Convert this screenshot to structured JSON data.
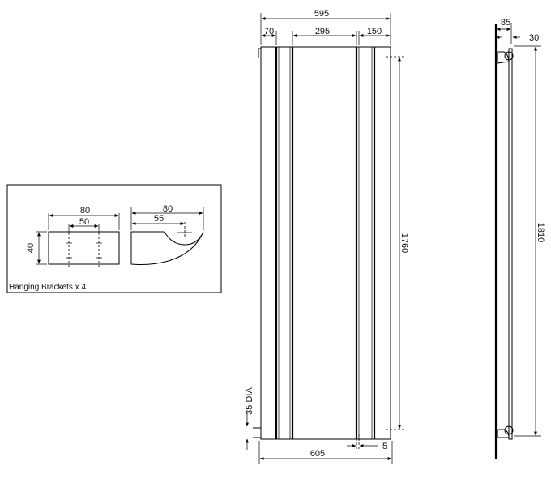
{
  "bracket": {
    "caption": "Hanging Brackets x 4",
    "front_width": "80",
    "front_hole_spacing": "50",
    "front_height": "40",
    "side_width": "80",
    "side_hook_offset": "55"
  },
  "front": {
    "top_width": "595",
    "left_margin": "70",
    "center_panel": "295",
    "right_margin": "150",
    "height": "1760",
    "bottom_width": "605",
    "pipe_offset": "5",
    "pipe_dia": "35 DIA"
  },
  "side": {
    "depth": "85",
    "wall_gap": "30",
    "height": "1810"
  }
}
